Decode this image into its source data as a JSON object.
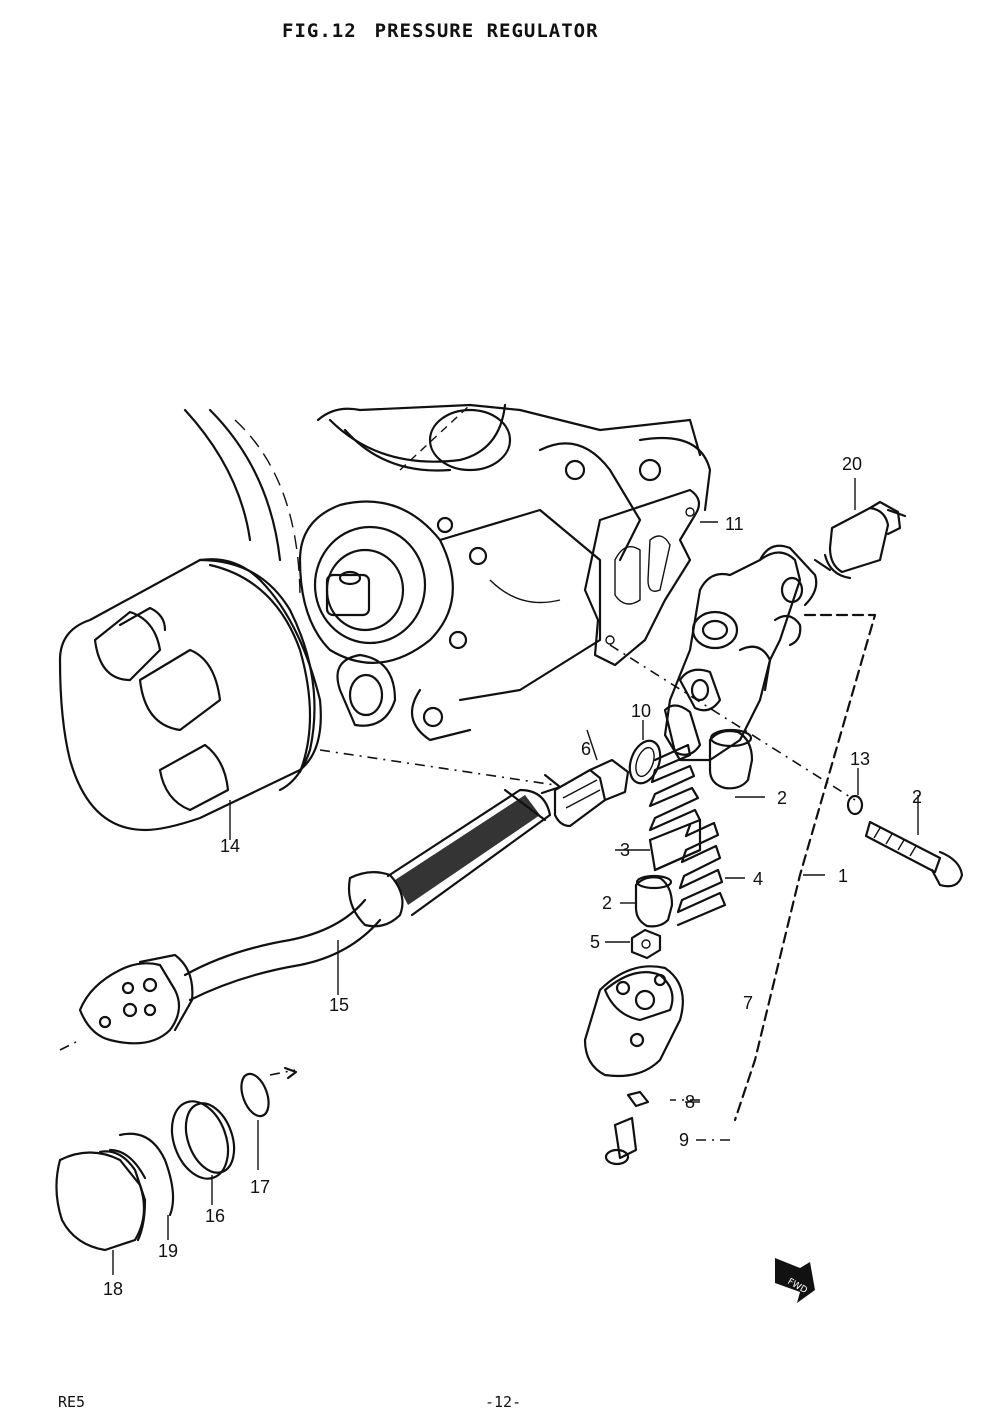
{
  "header": {
    "fig": "FIG.12",
    "title": "PRESSURE REGULATOR"
  },
  "footer": {
    "left": "RE5",
    "center": "-12-"
  },
  "callouts": {
    "c1": "1",
    "c2a": "2",
    "c2b": "2",
    "c2c": "2",
    "c3": "3",
    "c4": "4",
    "c5": "5",
    "c6": "6",
    "c7": "7",
    "c8": "8",
    "c9": "9",
    "c10": "10",
    "c11": "11",
    "c13": "13",
    "c14": "14",
    "c15": "15",
    "c16": "16",
    "c17": "17",
    "c18": "18",
    "c19": "19",
    "c20": "20"
  },
  "front_marker": "FWD"
}
